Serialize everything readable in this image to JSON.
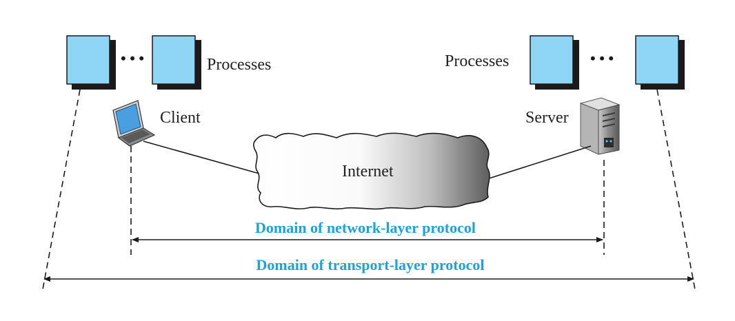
{
  "labels": {
    "processes_left": "Processes",
    "processes_right": "Processes",
    "client": "Client",
    "server": "Server",
    "internet": "Internet",
    "network_domain": "Domain of network-layer protocol",
    "transport_domain": "Domain of transport-layer protocol",
    "ellipsis_left": "• • •",
    "ellipsis_right": "• • •"
  },
  "colors": {
    "process_box": "#8fd6f6",
    "process_shadow": "#1a1a1a",
    "domain_text": "#1aa3dc",
    "line": "#1a1a1a"
  },
  "icons": {
    "client": "laptop-icon",
    "server": "server-tower-icon",
    "network": "cloud-icon"
  }
}
